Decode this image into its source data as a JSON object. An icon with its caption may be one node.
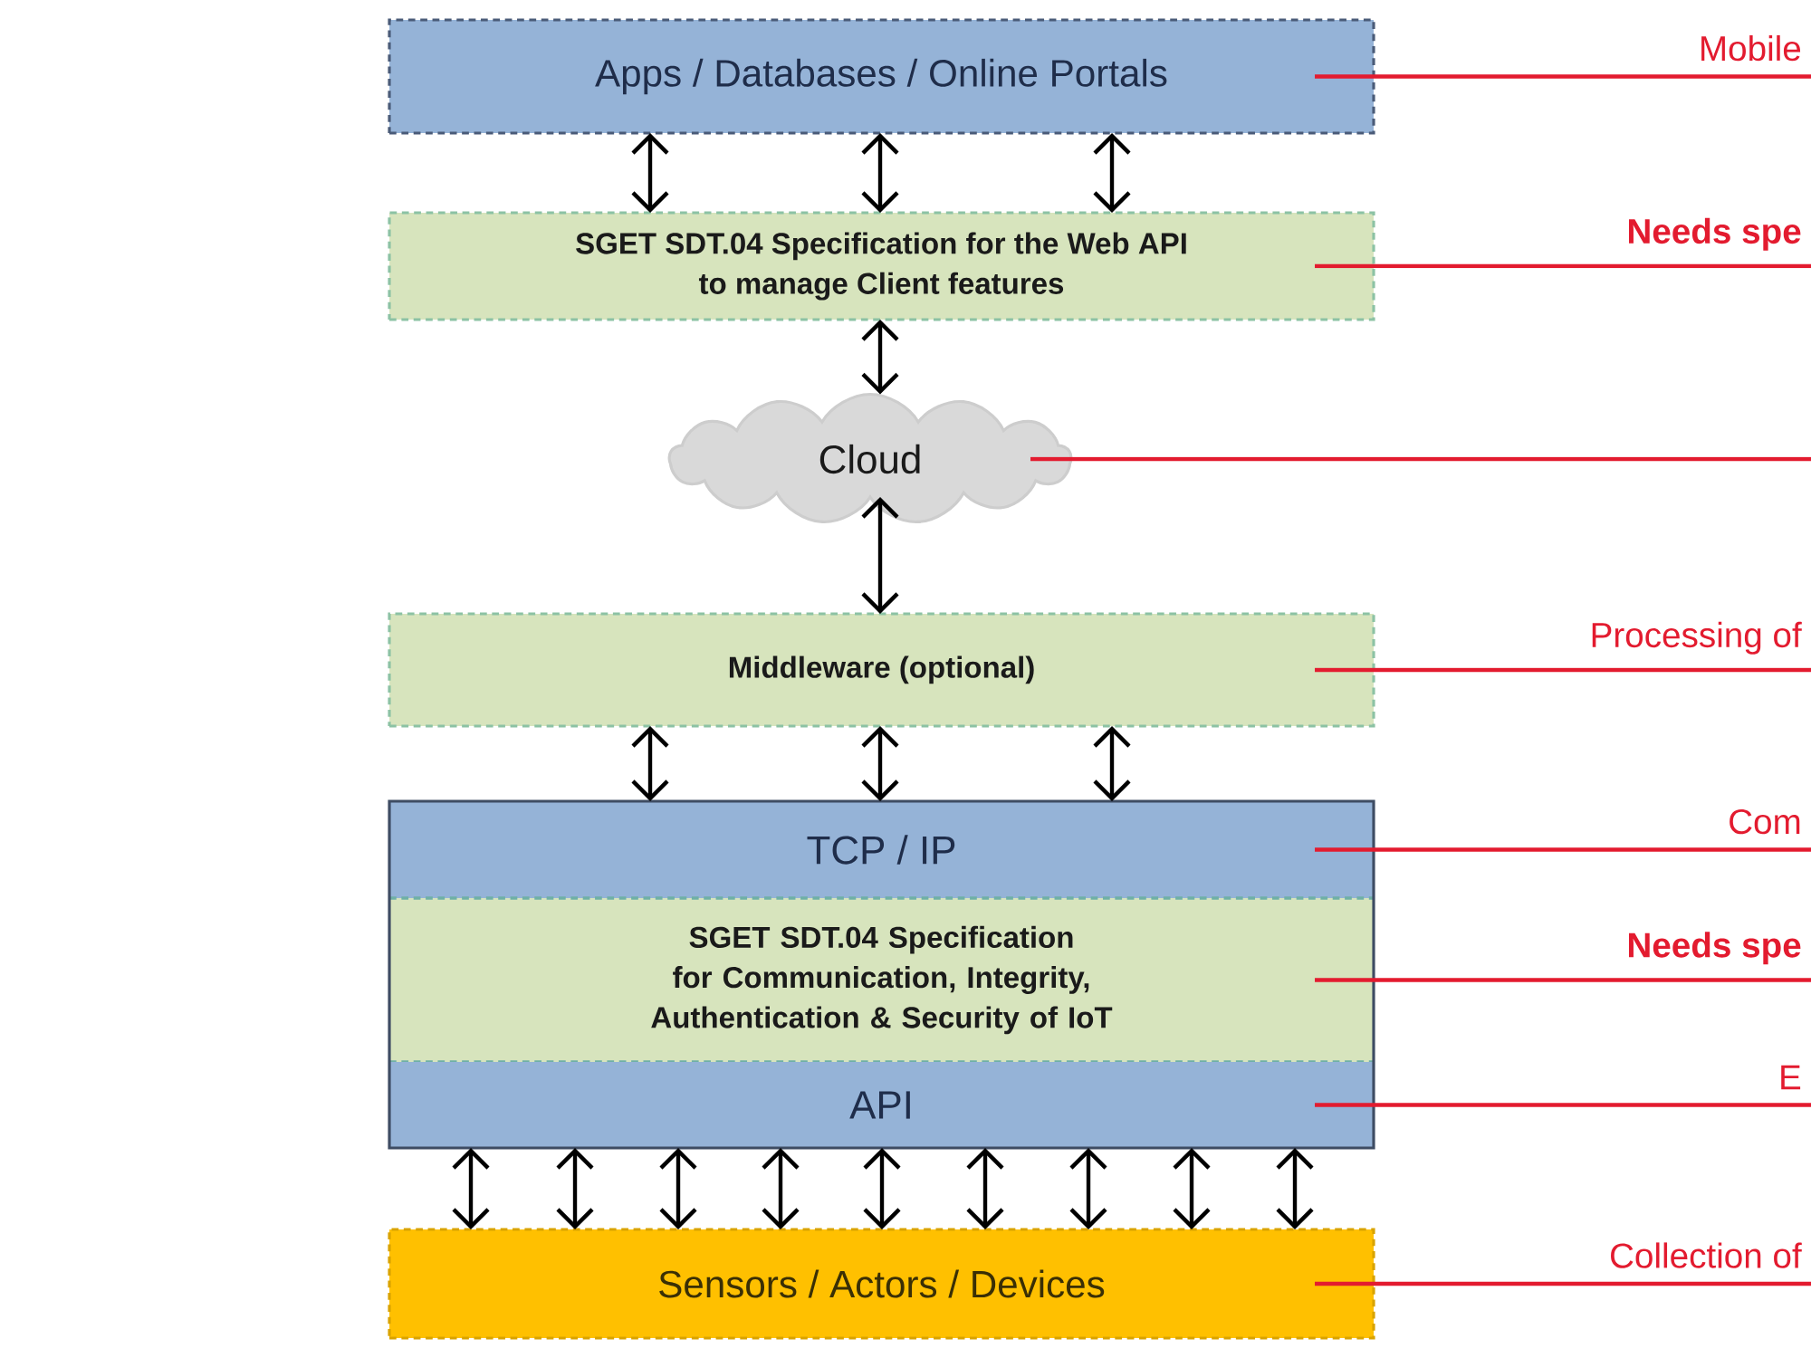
{
  "diagram": {
    "nodes": [
      {
        "text": [
          "Apps / Databases / Online Portals"
        ]
      },
      {
        "text": [
          "SGET SDT.04 Specification for the Web API to manage Client features"
        ]
      },
      {
        "text": [
          "Cloud"
        ]
      },
      {
        "text": [
          "Middleware (optional)"
        ]
      },
      {
        "text": [],
        "shape": "box"
      },
      {
        "text": [
          "TCP / IP"
        ],
        "in": 4
      },
      {
        "text": [
          "SGET SDT.04 Specification for Communication, Integrity, Authentication & Security of IoT"
        ],
        "in": 4
      },
      {
        "text": [
          "API"
        ],
        "in": 4
      },
      {
        "text": [
          "Sensors / Actors / Devices"
        ]
      }
    ],
    "edges": [
      {
        "from": 0,
        "to": 1,
        "arrow": "both"
      },
      {
        "from": 0,
        "to": 1,
        "arrow": "both"
      },
      {
        "from": 0,
        "to": 1,
        "arrow": "both"
      },
      {
        "from": 1,
        "to": 2,
        "arrow": "both"
      },
      {
        "from": 2,
        "to": 3,
        "arrow": "both"
      },
      {
        "from": 3,
        "to": 5,
        "arrow": "both"
      },
      {
        "from": 3,
        "to": 5,
        "arrow": "both"
      },
      {
        "from": 3,
        "to": 5,
        "arrow": "both"
      },
      {
        "from": 7,
        "to": 8,
        "arrow": "both"
      },
      {
        "from": 7,
        "to": 8,
        "arrow": "both"
      },
      {
        "from": 7,
        "to": 8,
        "arrow": "both"
      },
      {
        "from": 7,
        "to": 8,
        "arrow": "both"
      },
      {
        "from": 7,
        "to": 8,
        "arrow": "both"
      },
      {
        "from": 7,
        "to": 8,
        "arrow": "both"
      },
      {
        "from": 7,
        "to": 8,
        "arrow": "both"
      },
      {
        "from": 7,
        "to": 8,
        "arrow": "both"
      },
      {
        "from": 7,
        "to": 8,
        "arrow": "both"
      },
      {
        "from": 0,
        "to": null,
        "arrow": "none",
        "label": "Mobile",
        "color": "#e31b2f"
      },
      {
        "from": 1,
        "to": null,
        "arrow": "none",
        "label": "Needs spe",
        "color": "#e31b2f"
      },
      {
        "from": 2,
        "to": null,
        "arrow": "none",
        "color": "#e31b2f"
      },
      {
        "from": 3,
        "to": null,
        "arrow": "none",
        "label": "Processing of",
        "color": "#e31b2f"
      },
      {
        "from": 5,
        "to": null,
        "arrow": "none",
        "label": "Com",
        "color": "#e31b2f"
      },
      {
        "from": 6,
        "to": null,
        "arrow": "none",
        "label": "Needs spe",
        "color": "#e31b2f"
      },
      {
        "from": 7,
        "to": null,
        "arrow": "none",
        "label": "E",
        "color": "#e31b2f"
      },
      {
        "from": 8,
        "to": null,
        "arrow": "none",
        "label": "Collection of",
        "color": "#e31b2f"
      }
    ]
  }
}
